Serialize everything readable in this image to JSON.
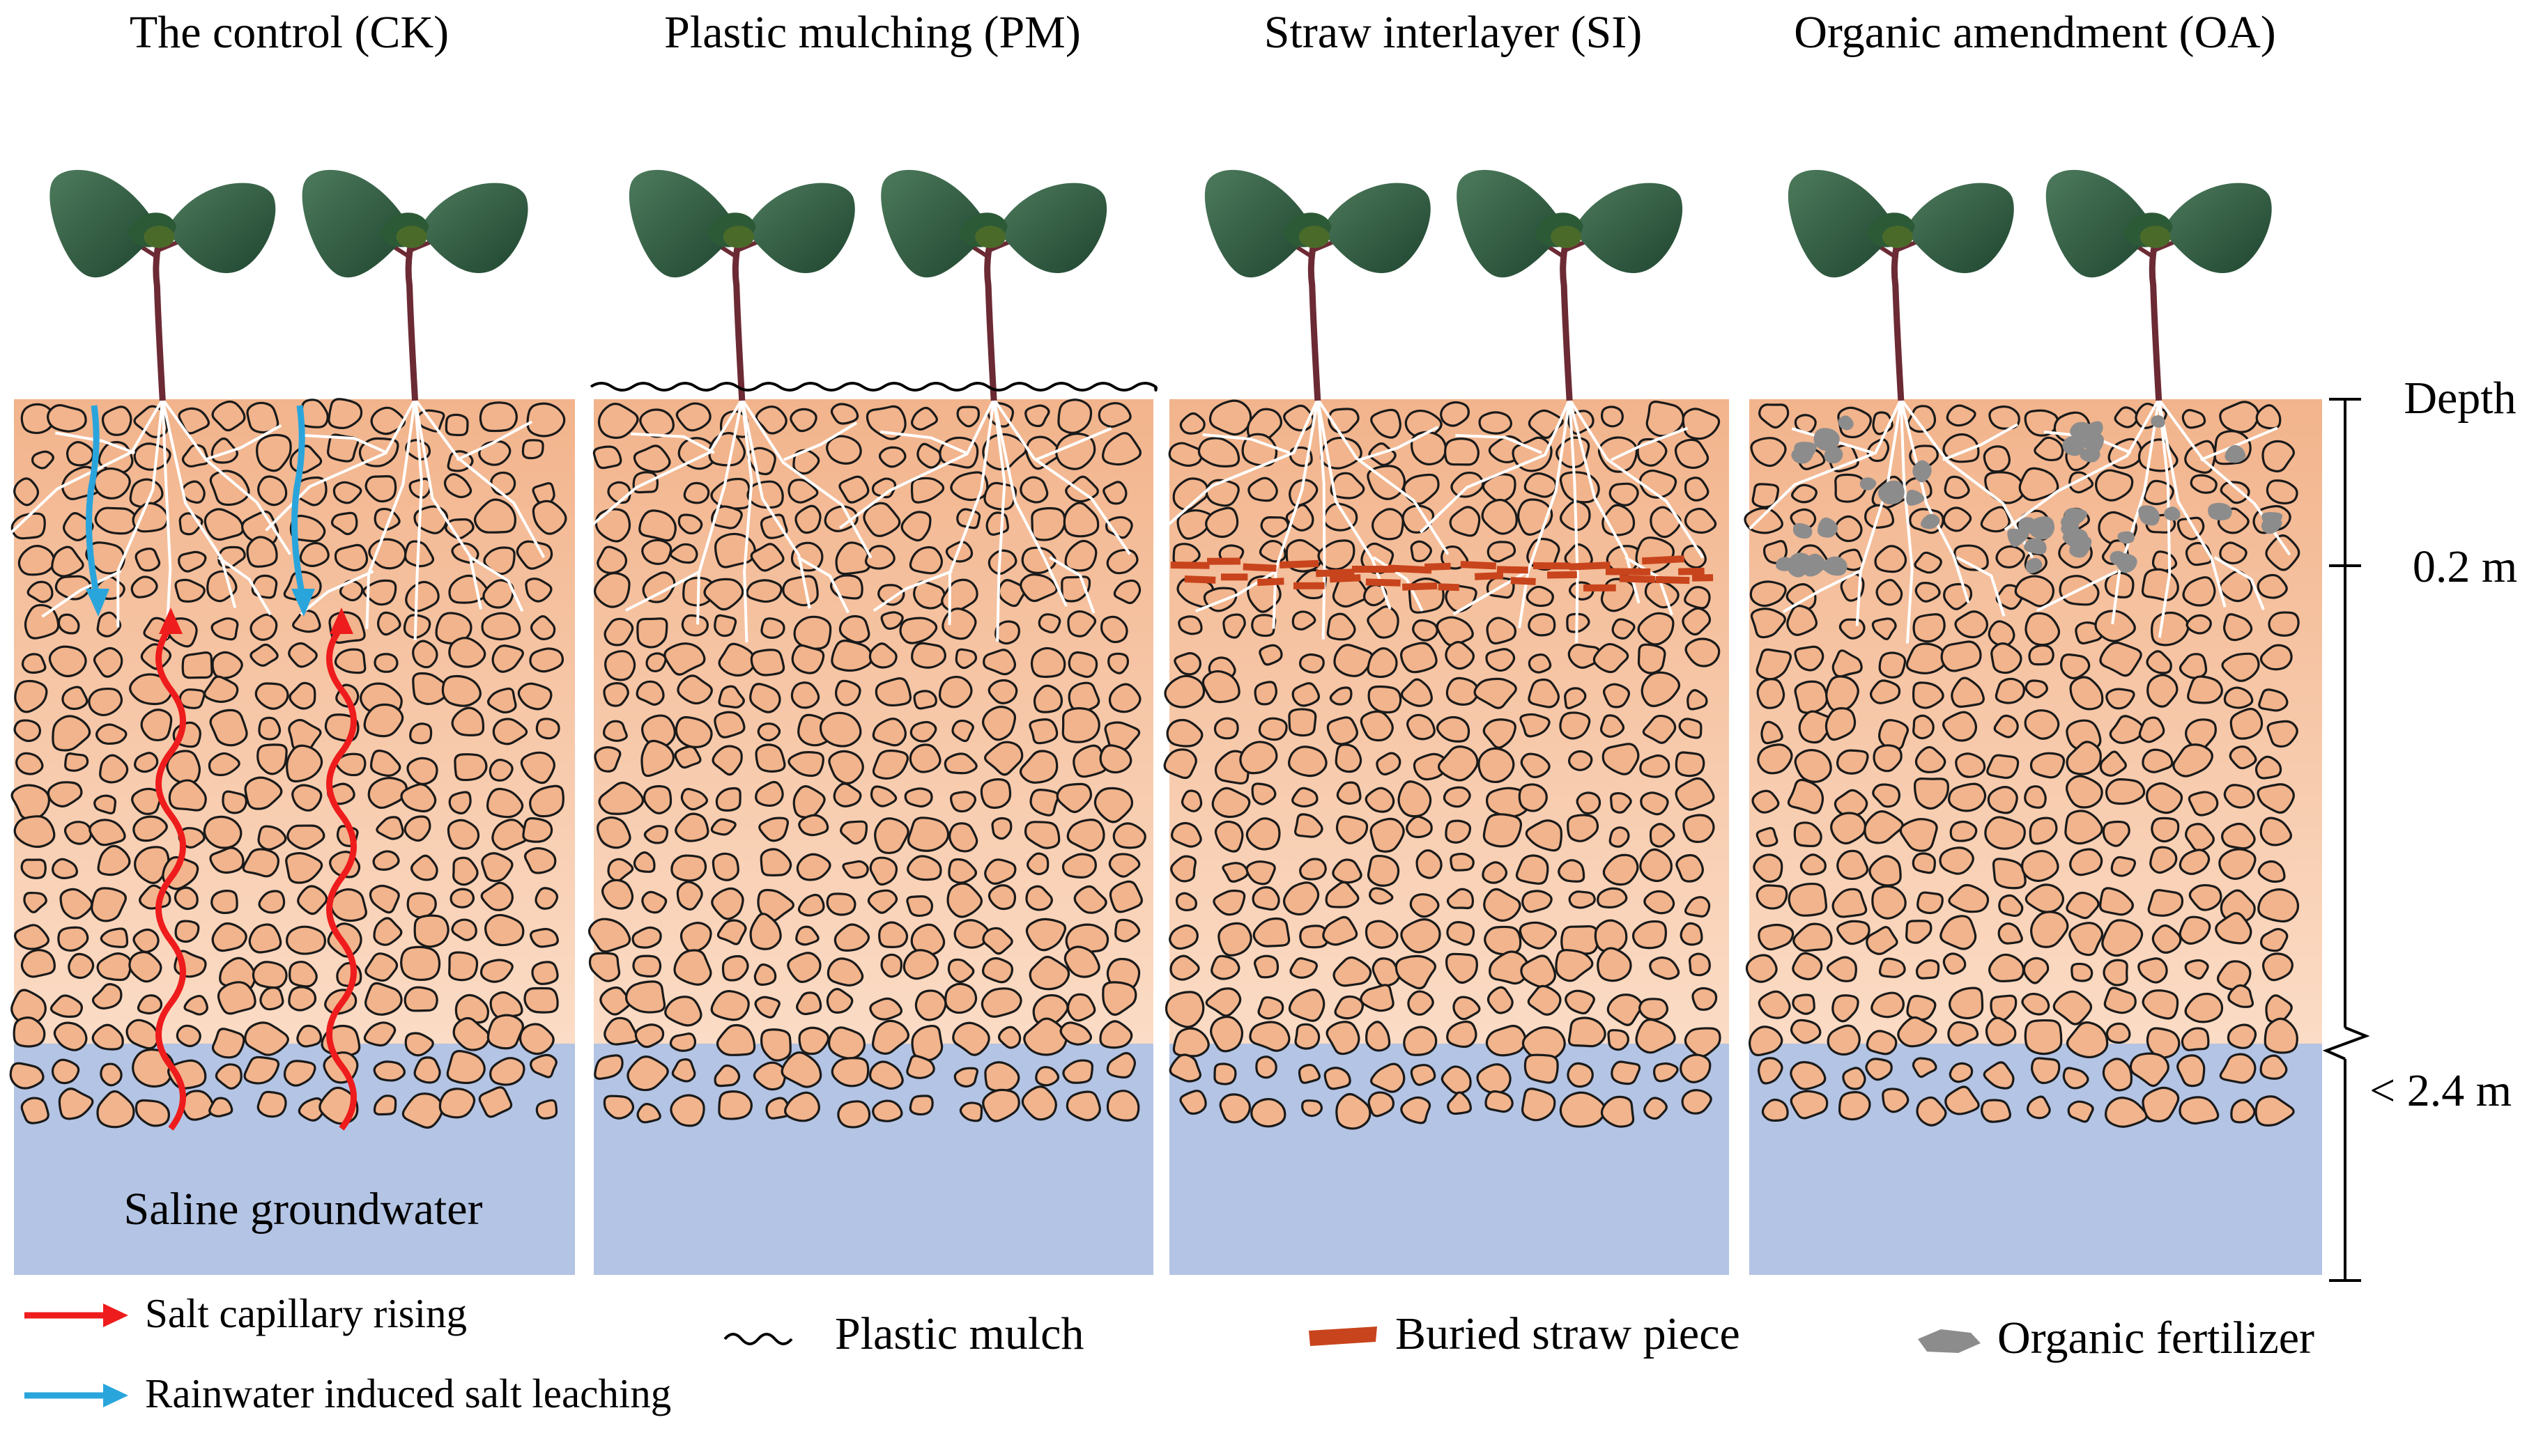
{
  "panels": [
    {
      "title": "The control (CK)",
      "treatment": "control"
    },
    {
      "title": "Plastic mulching (PM)",
      "treatment": "mulch"
    },
    {
      "title": "Straw interlayer (SI)",
      "treatment": "straw"
    },
    {
      "title": "Organic amendment (OA)",
      "treatment": "organic"
    }
  ],
  "groundwater_label": "Saline groundwater",
  "depth_scale": {
    "title": "Depth",
    "mark_1": "0.2 m",
    "mark_2": "< 2.4 m"
  },
  "legend": {
    "salt_rising": "Salt capillary rising",
    "salt_leaching": "Rainwater induced salt leaching",
    "plastic_mulch": "Plastic mulch",
    "buried_straw": "Buried straw piece",
    "organic_fertilizer": "Organic fertilizer"
  },
  "colors": {
    "soil_top": "#f2b48c",
    "soil_bottom": "#fbdcc6",
    "groundwater": "#b4c4e4",
    "clod_fill": "#f2b48c",
    "clod_stroke": "#1a1a1a",
    "root": "#ffffff",
    "salt_rising_arrow": "#ee1c1c",
    "salt_leaching_arrow": "#2aa5dc",
    "straw": "#c8441c",
    "organic_fertilizer": "#8c8c8c",
    "leaf": "#2e5a40",
    "stem": "#6b2a34"
  }
}
